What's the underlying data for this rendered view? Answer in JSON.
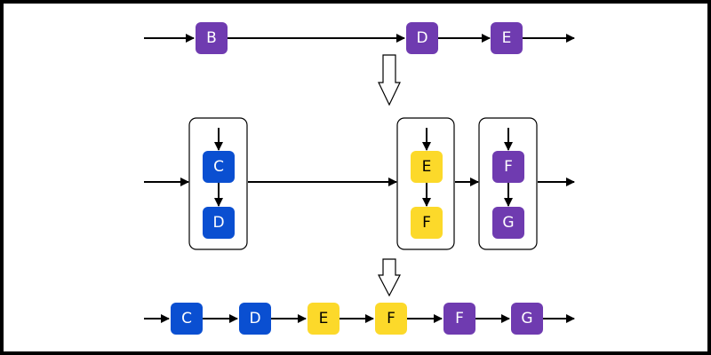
{
  "colors": {
    "purple": "#6f3bb0",
    "blue": "#0a4fd1",
    "yellow": "#fcd92a",
    "text_on_dark": "#ffffff",
    "text_on_light": "#000000"
  },
  "rows": {
    "top": {
      "nodes": [
        {
          "label": "B",
          "color": "purple"
        },
        {
          "label": "D",
          "color": "purple"
        },
        {
          "label": "E",
          "color": "purple"
        }
      ]
    },
    "middle": {
      "groups": [
        {
          "nodes": [
            {
              "label": "C",
              "color": "blue"
            },
            {
              "label": "D",
              "color": "blue"
            }
          ]
        },
        {
          "nodes": [
            {
              "label": "E",
              "color": "yellow"
            },
            {
              "label": "F",
              "color": "yellow"
            }
          ]
        },
        {
          "nodes": [
            {
              "label": "F",
              "color": "purple"
            },
            {
              "label": "G",
              "color": "purple"
            }
          ]
        }
      ]
    },
    "bottom": {
      "nodes": [
        {
          "label": "C",
          "color": "blue"
        },
        {
          "label": "D",
          "color": "blue"
        },
        {
          "label": "E",
          "color": "yellow"
        },
        {
          "label": "F",
          "color": "yellow"
        },
        {
          "label": "F",
          "color": "purple"
        },
        {
          "label": "G",
          "color": "purple"
        }
      ]
    }
  }
}
